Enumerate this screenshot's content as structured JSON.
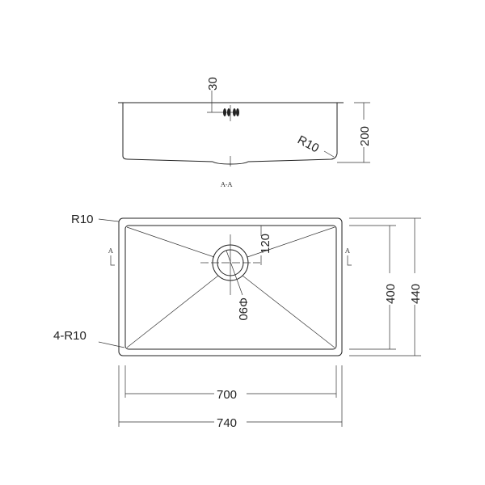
{
  "section_view": {
    "depth_label": "200",
    "drain_offset_label": "30",
    "corner_radius_label": "R10",
    "section_label": "A-A"
  },
  "plan_view": {
    "top_radius_label": "R10",
    "corner_radius_label": "4-R10",
    "drain_offset_label": "120",
    "drain_diameter_label": "Φ90",
    "inner_depth_label": "400",
    "outer_depth_label": "440",
    "inner_width_label": "700",
    "outer_width_label": "740",
    "section_marker_left": "A",
    "section_marker_right": "A"
  }
}
